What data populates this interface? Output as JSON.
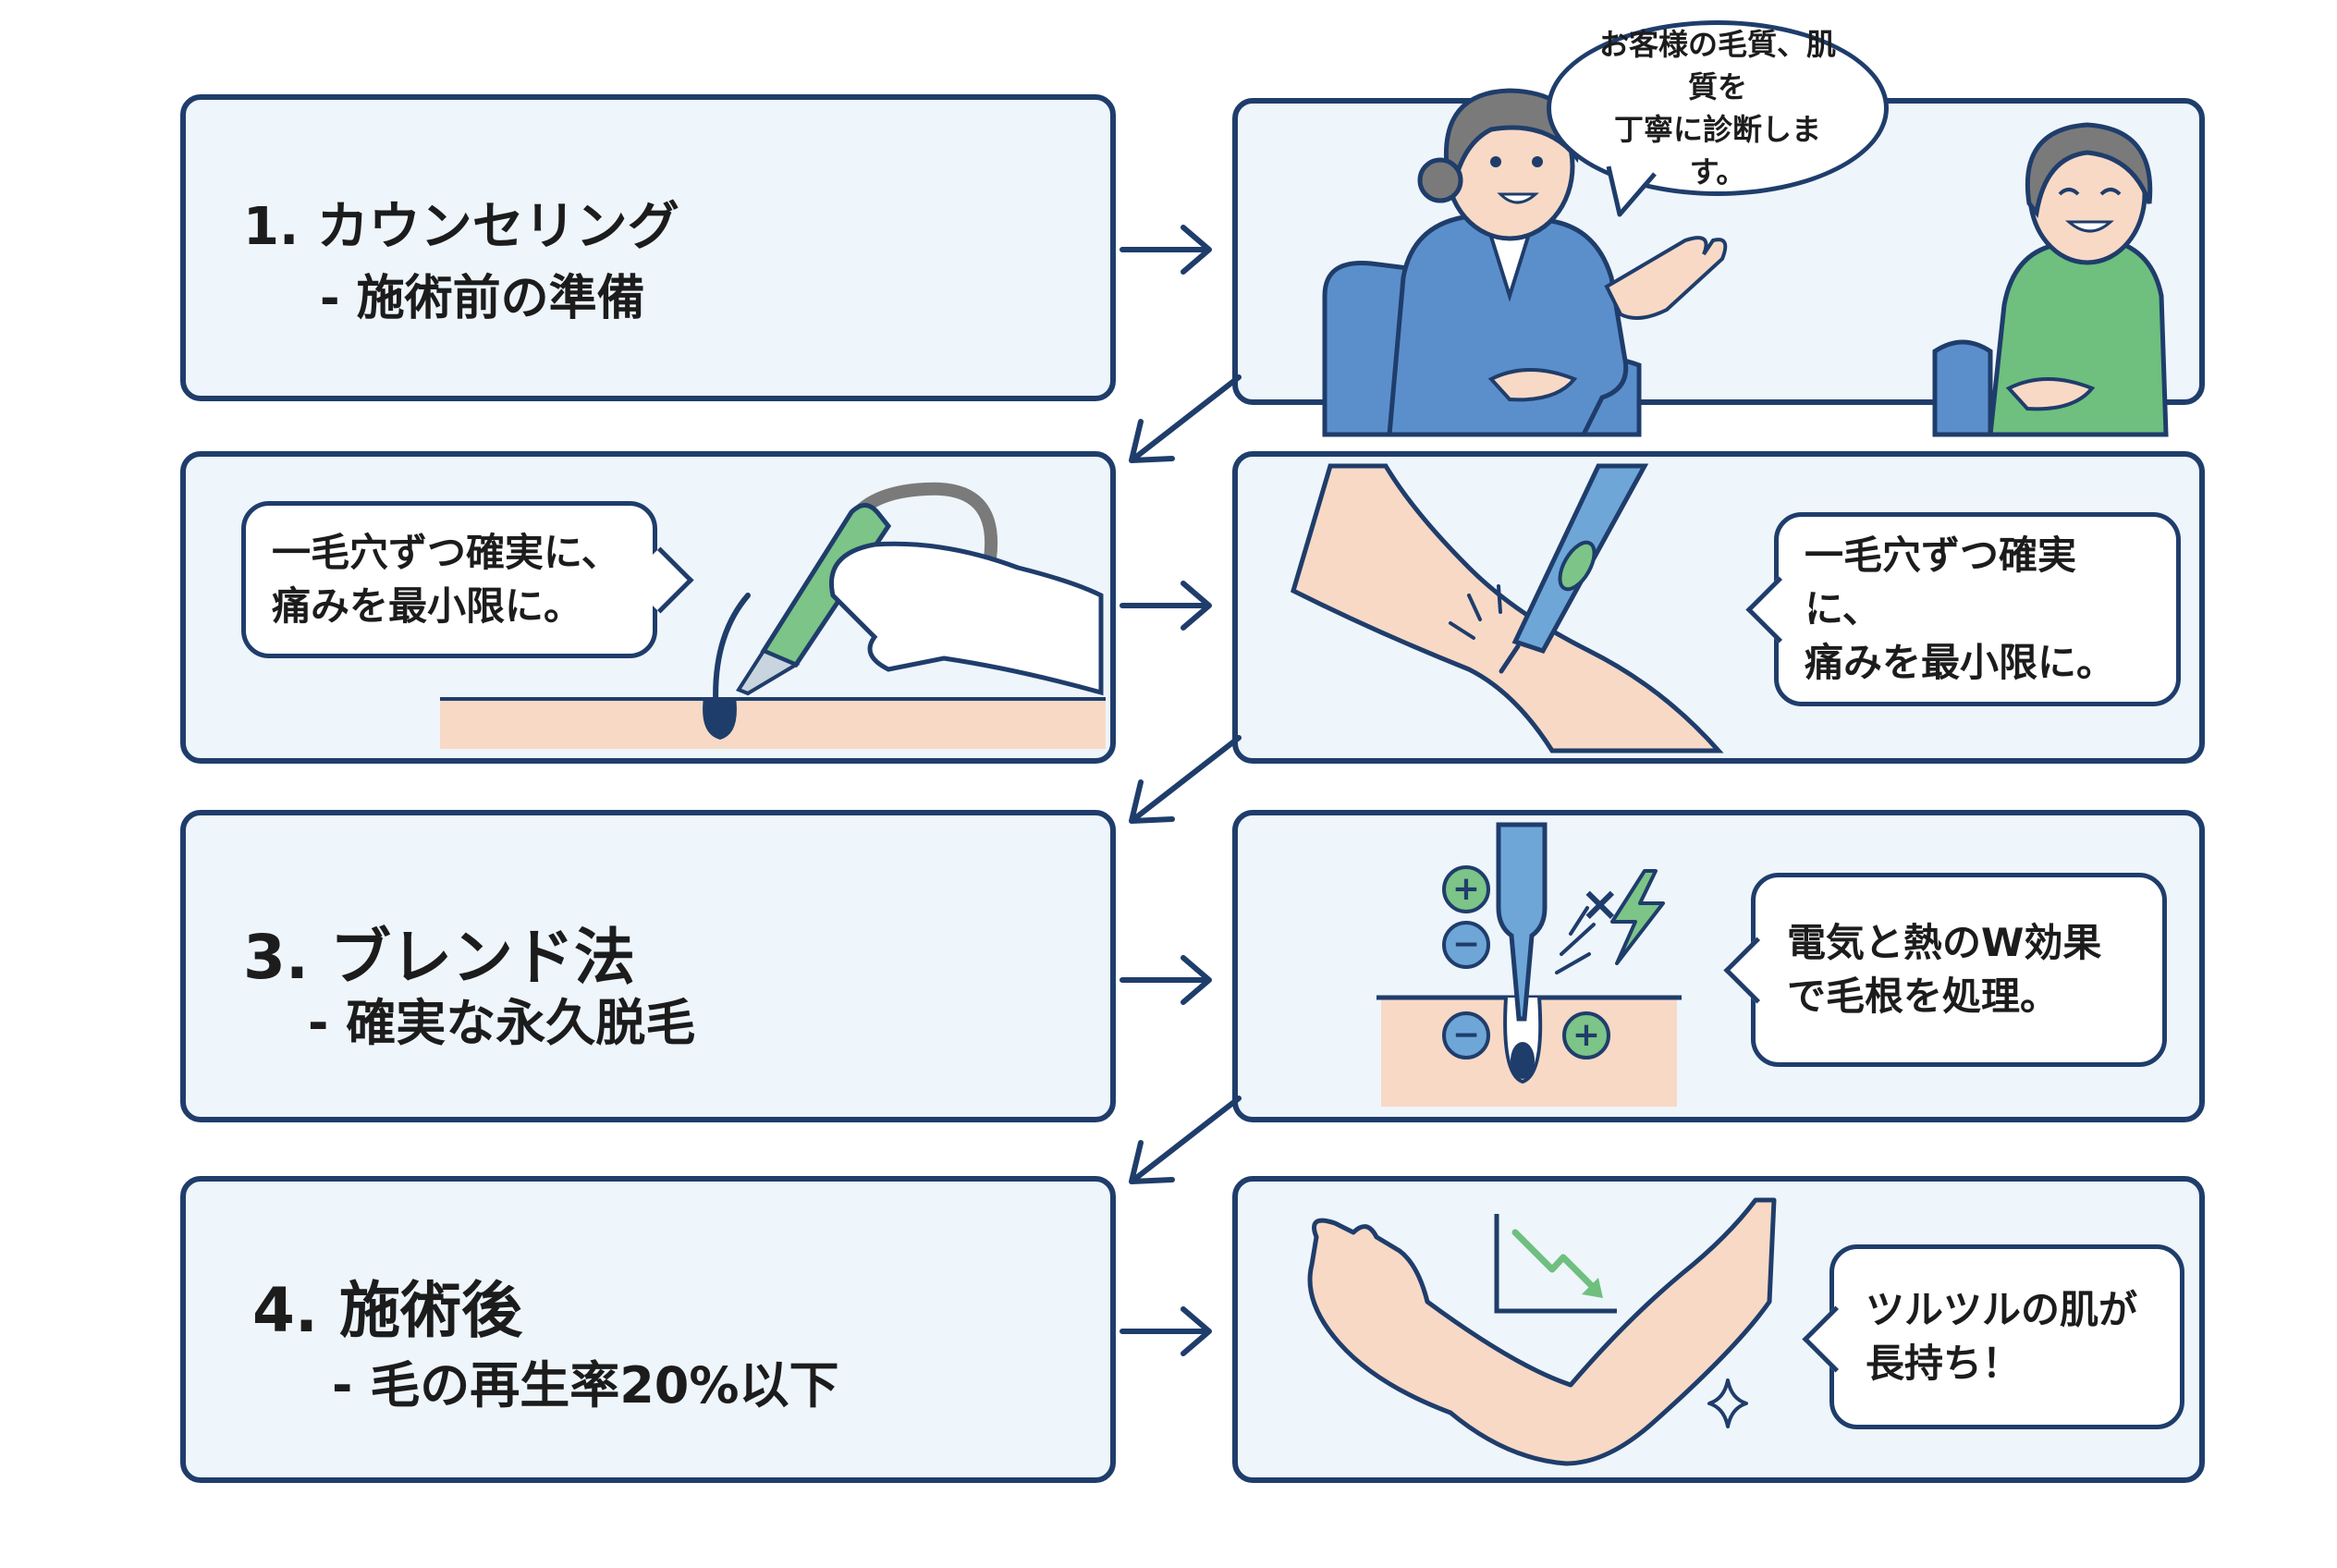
{
  "steps": [
    {
      "title": "1. カウンセリング",
      "subtitle": "- 施術前の準備",
      "bubble": [
        "お客様の毛質、肌質を",
        "丁寧に診断します。"
      ]
    },
    {
      "bubble_left": [
        "一毛穴ずつ確実に、",
        "痛みを最小限に。"
      ],
      "bubble_right": [
        "一毛穴ずつ確実に、",
        "痛みを最小限に。"
      ]
    },
    {
      "title": "3. ブレンド法",
      "subtitle": "- 確実な永久脱毛",
      "bubble": [
        "電気と熱のW効果",
        "で毛根を処理。"
      ],
      "symbols": {
        "plus": "+",
        "minus": "−",
        "cross": "×"
      }
    },
    {
      "title": "4.  施術後",
      "subtitle": "- 毛の再生率20%以下",
      "bubble": [
        "ツルツルの肌が",
        "長持ち！"
      ]
    }
  ],
  "colors": {
    "panel_border": "#1f3d6b",
    "panel_fill": "#eef5fb",
    "skin": "#f8d9c6",
    "suit_blue": "#5b8fcb",
    "sweater_green": "#6fbf7f",
    "device_green": "#7cc487"
  }
}
